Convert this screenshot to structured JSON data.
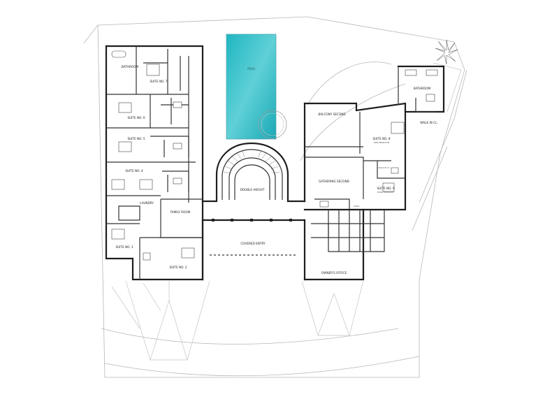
{
  "rooms": {
    "bathroom_left": "BATHROOM",
    "suite7": "SUITE NO. 7",
    "suite6": "SUITE NO. 6",
    "suite5": "SUITE NO. 5",
    "suite4": "SUITE NO. 4",
    "laundry": "LAUNDRY",
    "family_room": "FAMILY ROOM",
    "suite3": "SUITE NO. 3",
    "suite2": "SUITE NO. 2",
    "pool": "POOL",
    "double_height": "DOUBLE HEIGHT",
    "covered_entry": "COVERED ENTRY",
    "balcony": "BALCONY SECOND",
    "suite8": "SUITE NO. 8",
    "suite8_sub": "KING BEDROOM",
    "walk_in": "WALK IN CL.",
    "bathroom_right": "BATHROOM",
    "gathering": "GATHERING SECOND",
    "suite9": "SUITE NO. 9",
    "suite9_sub": "BUNK BEDROOM",
    "walk_in_small": "WALK IN CL.",
    "owners_office": "OWNER'S OFFICE",
    "stair": "STAIR"
  }
}
